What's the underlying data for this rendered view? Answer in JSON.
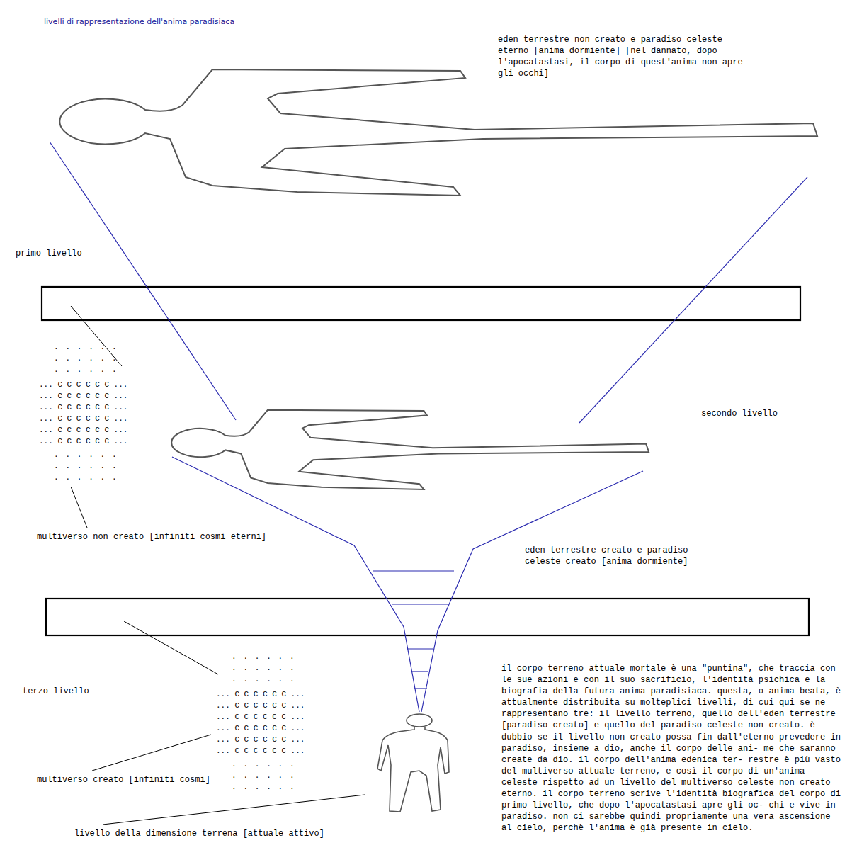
{
  "diagram": {
    "title": "livelli di rappresentazione dell'anima paradisiaca",
    "labels": [
      "eden terrestre non creato e paradiso celeste eterno [anima dormiente] [nel dannato, dopo l'apocatastasi, il corpo di quest'anima non apre gli occhi]",
      "primo livello",
      ". . . . . .",
      ". . . . . .",
      ". . . . . .",
      "... C C C C C C ...",
      "... C C C C C C ...",
      "... C C C C C C ...",
      "... C C C C C C ...",
      "... C C C C C C ...",
      "... C C C C C C ...",
      ". . . . . .",
      ". . . . . .",
      ". . . . . .",
      "secondo livello",
      "multiverso non creato [infiniti cosmi eterni]",
      "eden terrestre creato e paradiso celeste creato [anima dormiente]",
      "terzo livello",
      ". . . . . .",
      ". . . . . .",
      ". . . . . .",
      "... C C C C C C ...",
      "... C C C C C C ...",
      "... C C C C C C ...",
      "... C C C C C C ...",
      "... C C C C C C ...",
      "... C C C C C C ...",
      ". . . . . .",
      ". . . . . .",
      ". . . . . .",
      "il corpo terreno attuale mortale è una \"puntina\", che traccia con le sue azioni e con il suo sacrificio, l'identità psichica e la biografia della futura anima paradisiaca. questa, o anima beata, è attualmente distribuita su molteplici livelli, di cui qui se ne rappresentano tre: il livello terreno, quello dell'eden terrestre [paradiso creato] e quello del paradiso celeste non creato. è dubbio se il livello non creato possa fin dall'eterno prevedere in paradiso, insieme a dio, anche il corpo delle ani- me che saranno create da dio. il corpo dell'anima edenica ter- restre è più vasto del multiverso attuale terreno, e così il corpo di un'anima celeste rispetto ad un livello del multiverso celeste non creato eterno. il corpo terreno scrive l'identità biografica del corpo di primo livello, che dopo l'apocatastasi apre gli oc- chi e vive in paradiso. non ci sarebbe quindi propriamente una vera ascensione al cielo, perchè l'anima è già presente in cielo.",
      "multiverso creato [infiniti cosmi]",
      "livello della dimensione terrena [attuale attivo]"
    ]
  }
}
